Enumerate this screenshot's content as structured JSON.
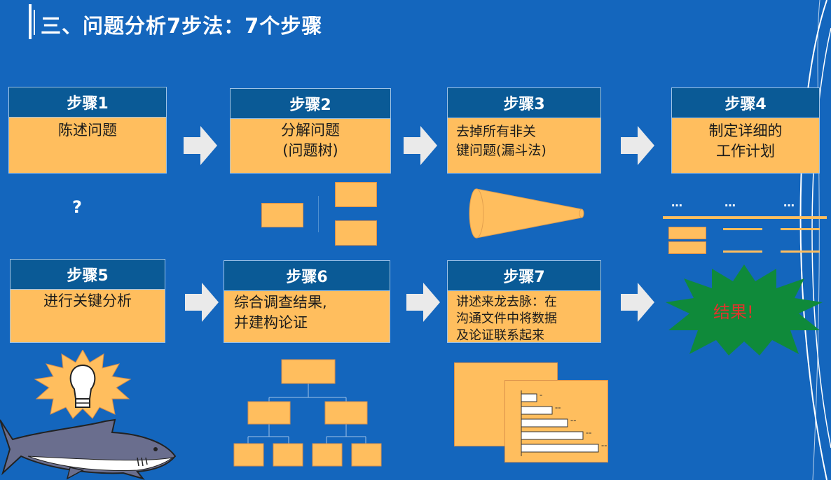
{
  "title": "三、问题分析7步法：7个步骤",
  "steps": [
    {
      "label": "步骤1",
      "text": [
        "陈述问题"
      ]
    },
    {
      "label": "步骤2",
      "text": [
        "分解问题",
        "(问题树)"
      ]
    },
    {
      "label": "步骤3",
      "text": [
        "去掉所有非关",
        "键问题(漏斗法)"
      ]
    },
    {
      "label": "步骤4",
      "text": [
        "制定详细的",
        "工作计划"
      ]
    },
    {
      "label": "步骤5",
      "text": [
        "进行关键分析"
      ]
    },
    {
      "label": "步骤6",
      "text": [
        "综合调查结果,",
        "并建构论证"
      ]
    },
    {
      "label": "步骤7",
      "text": [
        "讲述来龙去脉：在",
        "沟通文件中将数据",
        "及论证联系起来"
      ]
    }
  ],
  "question_mark": "?",
  "result": "结果!",
  "plan_dots": [
    "…",
    "…",
    "…"
  ],
  "chart_small_labels": [
    "=",
    "==",
    "==",
    "==",
    "=="
  ],
  "colors": {
    "background": "#1466bd",
    "header": "#0a5a96",
    "card": "#ffbe5e",
    "result_star": "#0f8a3a",
    "result_text": "#e0342c"
  }
}
